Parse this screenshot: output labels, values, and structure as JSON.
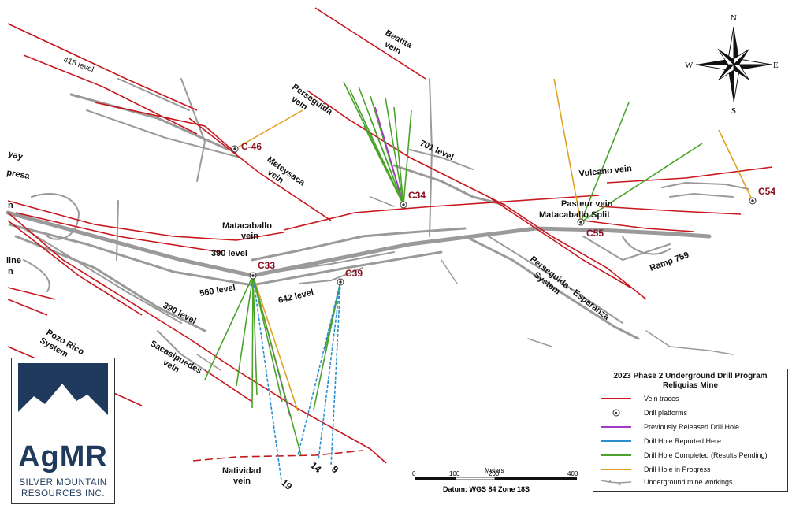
{
  "labels": {
    "beatita": [
      "Beatita",
      "vein"
    ],
    "level_415": "415 level",
    "perseguida": [
      "Perseguida",
      "vein"
    ],
    "meteysaca": [
      "Meteysaca",
      "vein"
    ],
    "level_701": "701 level",
    "vulcano": "Vulcano vein",
    "pasteur": "Pasteur vein",
    "matacaballo_split": "Matacaballo Split",
    "matacaballo": [
      "Matacaballo",
      "vein"
    ],
    "level_390a": "390 level",
    "level_560": "560 level",
    "level_642": "642 level",
    "level_390b": "390 level",
    "perseguida_esperanza": [
      "Perseguida - Esperanza",
      "System"
    ],
    "ramp": "Ramp 759",
    "sacasipuedes": [
      "Sacasipuedes",
      "vein"
    ],
    "pozo_rico": [
      "Pozo Rico",
      "System"
    ],
    "natividad": [
      "Natividad",
      "vein"
    ],
    "edge_yay": "yay",
    "edge_presa": "presa",
    "edge_n": "n",
    "edge_line": "line",
    "edge_n2": "n"
  },
  "platforms": {
    "c46": "C-46",
    "c34": "C34",
    "c55": "C55",
    "c54": "C54",
    "c33": "C33",
    "c39": "C39"
  },
  "hole_numbers": {
    "h19": "19",
    "h14": "14",
    "h9": "9"
  },
  "legend": {
    "title_line1": "2023 Phase 2 Underground Drill Program",
    "title_line2": "Reliquias Mine",
    "items": [
      {
        "label": "Vein traces",
        "color": "#c8161d",
        "kind": "line"
      },
      {
        "label": "Drill platforms",
        "color": "#333333",
        "kind": "platform"
      },
      {
        "label": "Previously Released Drill Hole",
        "color": "#a23ac8",
        "kind": "line"
      },
      {
        "label": "Drill Hole Reported Here",
        "color": "#2a8fd0",
        "kind": "line"
      },
      {
        "label": "Drill Hole Completed (Results Pending)",
        "color": "#4aa32a",
        "kind": "line"
      },
      {
        "label": "Drill Hole in Progress",
        "color": "#e0a020",
        "kind": "line"
      },
      {
        "label": "Underground mine workings",
        "color": "#9a9a9a",
        "kind": "workings"
      }
    ]
  },
  "scale_bar": {
    "unit": "Meters",
    "ticks": [
      "0",
      "100",
      "200",
      "400"
    ],
    "datum": "Datum: WGS 84 Zone 18S"
  },
  "compass": {
    "n": "N",
    "s": "S",
    "e": "E",
    "w": "W"
  },
  "logo": {
    "brand": "AgMR",
    "line1": "SILVER MOUNTAIN",
    "line2": "RESOURCES INC."
  },
  "colors": {
    "vein": "#c8161d",
    "workings": "#9a9a9a",
    "previously_released": "#a23ac8",
    "reported": "#2a8fd0",
    "pending": "#4aa32a",
    "in_progress": "#e0a020",
    "brand": "#1f3a5c",
    "platform_label": "#8a1020"
  }
}
